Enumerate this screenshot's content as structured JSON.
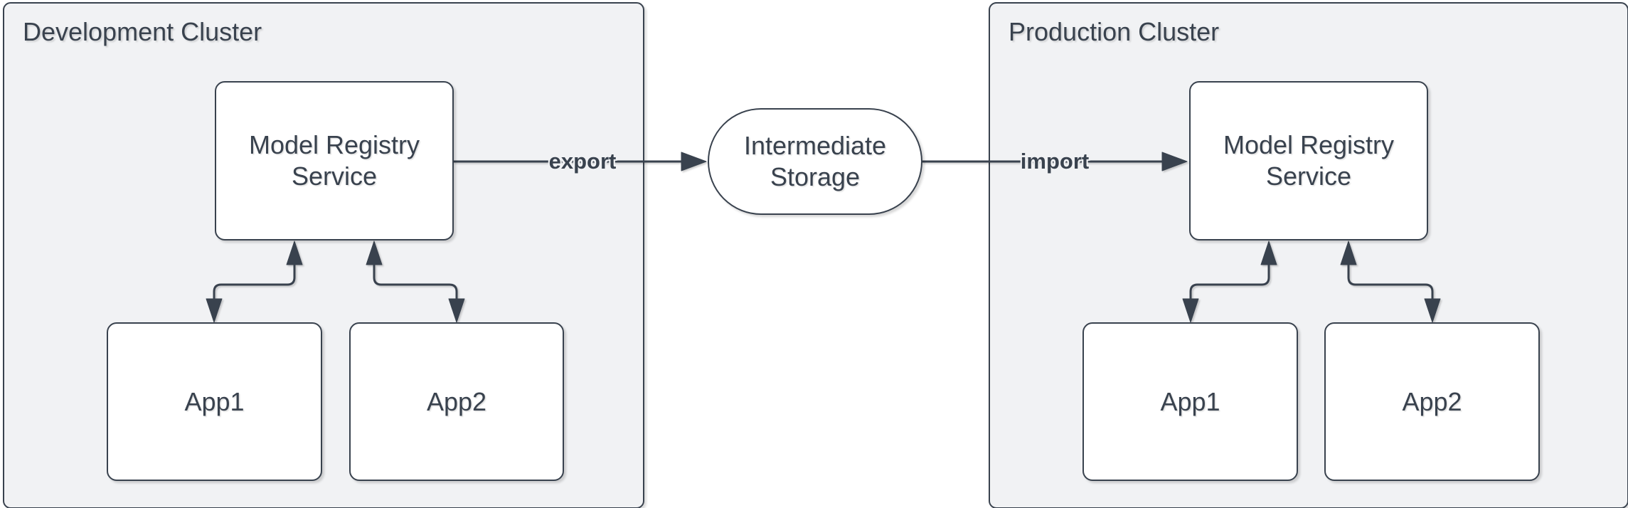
{
  "colors": {
    "stroke": "#39424e",
    "text": "#39424e",
    "container_fill": "#f1f2f4",
    "node_fill": "#ffffff",
    "canvas_bg": "#ffffff"
  },
  "clusters": {
    "development": {
      "title": "Development Cluster",
      "registry_label": "Model Registry Service",
      "app1_label": "App1",
      "app2_label": "App2"
    },
    "production": {
      "title": "Production Cluster",
      "registry_label": "Model Registry Service",
      "app1_label": "App1",
      "app2_label": "App2"
    }
  },
  "storage": {
    "label": "Intermediate Storage"
  },
  "edges": {
    "export_label": "export",
    "import_label": "import"
  }
}
